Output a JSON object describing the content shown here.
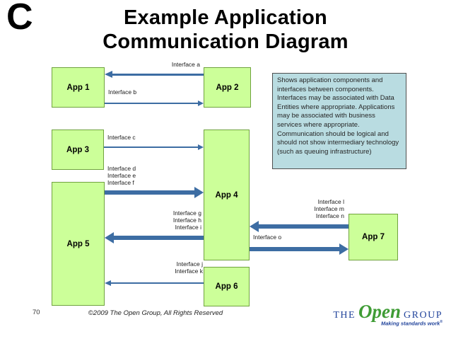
{
  "slide": {
    "section_letter": "C",
    "title_line1": "Example Application",
    "title_line2": "Communication Diagram",
    "page_number": "70",
    "copyright": "©2009 The Open Group, All Rights Reserved"
  },
  "diagram": {
    "nodes": [
      {
        "label": "App 1"
      },
      {
        "label": "App 2"
      },
      {
        "label": "App 3"
      },
      {
        "label": "App 4"
      },
      {
        "label": "App 5"
      },
      {
        "label": "App 6"
      },
      {
        "label": "App 7"
      }
    ],
    "edges": [
      {
        "from": "App 2",
        "to": "App 1",
        "labels": [
          "Interface a"
        ]
      },
      {
        "from": "App 1",
        "to": "App 2",
        "labels": [
          "Interface b"
        ]
      },
      {
        "from": "App 3",
        "to": "App 4",
        "labels": [
          "Interface c"
        ]
      },
      {
        "from": "App 5",
        "to": "App 4",
        "labels": [
          "Interface d",
          "Interface e",
          "Interface f"
        ]
      },
      {
        "from": "App 4",
        "to": "App 5",
        "labels": [
          "Interface g",
          "Interface h",
          "Interface i"
        ]
      },
      {
        "from": "App 6",
        "to": "App 5",
        "labels": [
          "Interface j",
          "Interface k"
        ]
      },
      {
        "from": "App 7",
        "to": "App 4",
        "labels": [
          "Interface l",
          "Interface m",
          "Interface n"
        ]
      },
      {
        "from": "App 4",
        "to": "App 7",
        "labels": [
          "Interface o"
        ]
      }
    ],
    "note": "Shows application components and interfaces between components. Interfaces may be associated with Data Entities where appropriate. Applications may be associated with business services where appropriate. Communication should be logical and should not show intermediary technology (such as queuing infrastructure)",
    "colors": {
      "node_fill": "#ccff99",
      "node_border": "#70a33f",
      "arrow": "#3d6da3",
      "note_fill": "#b9dce1",
      "logo_blue": "#23459c",
      "logo_green": "#3f9c35"
    }
  },
  "logo": {
    "the": "THE",
    "open": "Open",
    "group": "GROUP",
    "tagline": "Making standards work",
    "registered": "®"
  }
}
